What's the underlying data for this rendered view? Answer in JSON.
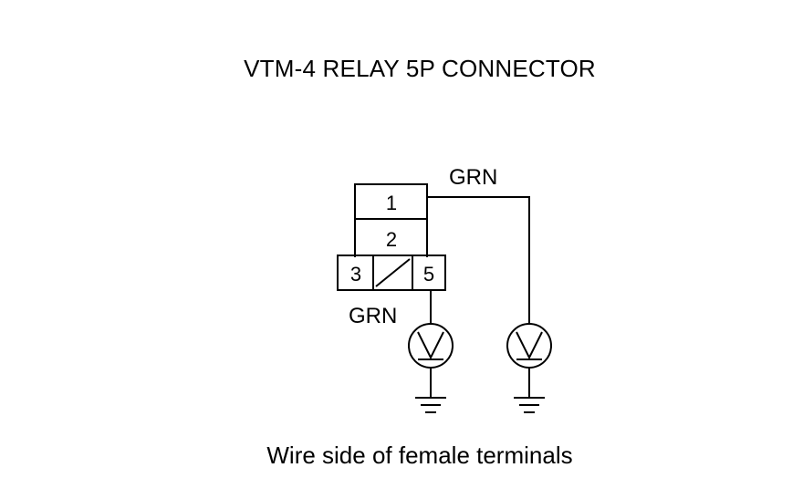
{
  "title": "VTM-4 RELAY 5P CONNECTOR",
  "caption": "Wire side of female terminals",
  "connector": {
    "terminals": {
      "t1": "1",
      "t2": "2",
      "t3": "3",
      "t5": "5"
    }
  },
  "wires": {
    "terminal1_color": "GRN",
    "terminal3_color": "GRN"
  },
  "icons": {
    "meter": "voltmeter-icon",
    "ground": "ground-icon",
    "slash": "unused-cavity-slash"
  }
}
